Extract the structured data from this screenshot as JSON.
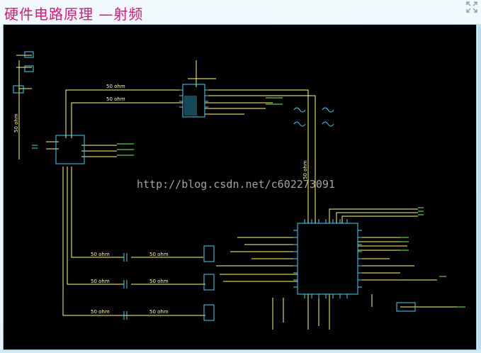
{
  "title": "硬件电路原理 —射频",
  "watermark": "http://blog.csdn.net/c602273091",
  "impedance_label": "50 ohm",
  "colors": {
    "title": "#e6127d",
    "background": "#000000",
    "trace": "#ffff66",
    "component": "#3fd4ff",
    "net": "#66ff66"
  },
  "icons": {
    "expand": "expand-icon"
  }
}
